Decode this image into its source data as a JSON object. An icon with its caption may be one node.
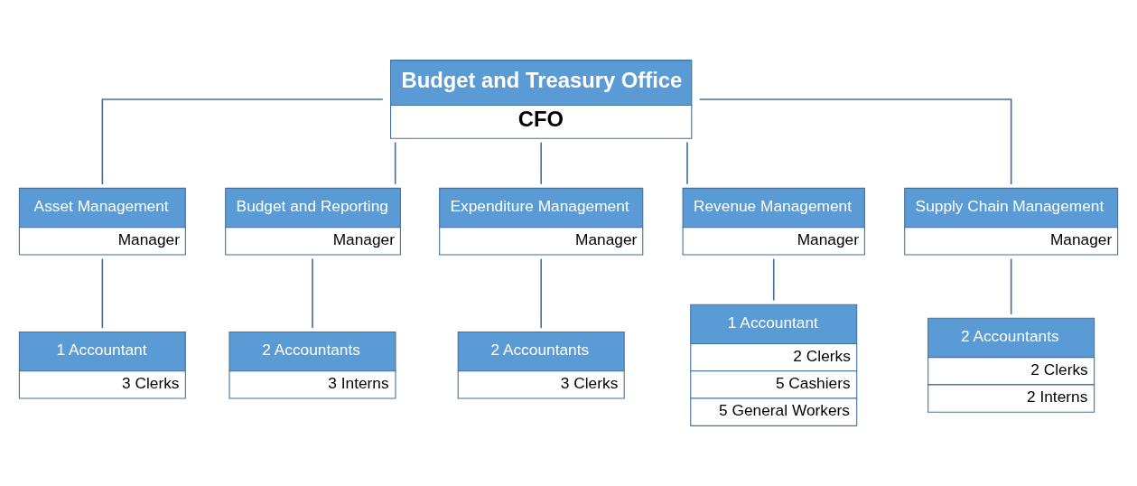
{
  "diagram": {
    "nodes": [
      {
        "text": [
          "Budget and Treasury Office",
          "CFO"
        ]
      },
      {
        "text": [
          "Asset Management",
          "Manager"
        ]
      },
      {
        "text": [
          "Budget and Reporting",
          "Manager"
        ]
      },
      {
        "text": [
          "Expenditure Management",
          "Manager"
        ]
      },
      {
        "text": [
          "Revenue Management",
          "Manager"
        ]
      },
      {
        "text": [
          "Supply Chain Management",
          "Manager"
        ]
      },
      {
        "text": [
          "1 Accountant",
          "3 Clerks"
        ]
      },
      {
        "text": [
          "2 Accountants",
          "3 Interns"
        ]
      },
      {
        "text": [
          "2 Accountants",
          "3 Clerks"
        ]
      },
      {
        "text": [
          "1 Accountant",
          "2 Clerks",
          "5 Cashiers",
          "5 General Workers"
        ]
      },
      {
        "text": [
          "2 Accountants",
          "2 Clerks",
          "2 Interns"
        ]
      }
    ],
    "edges": [
      {
        "from": 0,
        "to": 1,
        "arrow": "none"
      },
      {
        "from": 0,
        "to": 2,
        "arrow": "none"
      },
      {
        "from": 0,
        "to": 3,
        "arrow": "none"
      },
      {
        "from": 0,
        "to": 4,
        "arrow": "none"
      },
      {
        "from": 0,
        "to": 5,
        "arrow": "none"
      },
      {
        "from": 1,
        "to": 6,
        "arrow": "none"
      },
      {
        "from": 2,
        "to": 7,
        "arrow": "none"
      },
      {
        "from": 3,
        "to": 8,
        "arrow": "none"
      },
      {
        "from": 4,
        "to": 9,
        "arrow": "none"
      },
      {
        "from": 5,
        "to": 10,
        "arrow": "none"
      }
    ]
  }
}
